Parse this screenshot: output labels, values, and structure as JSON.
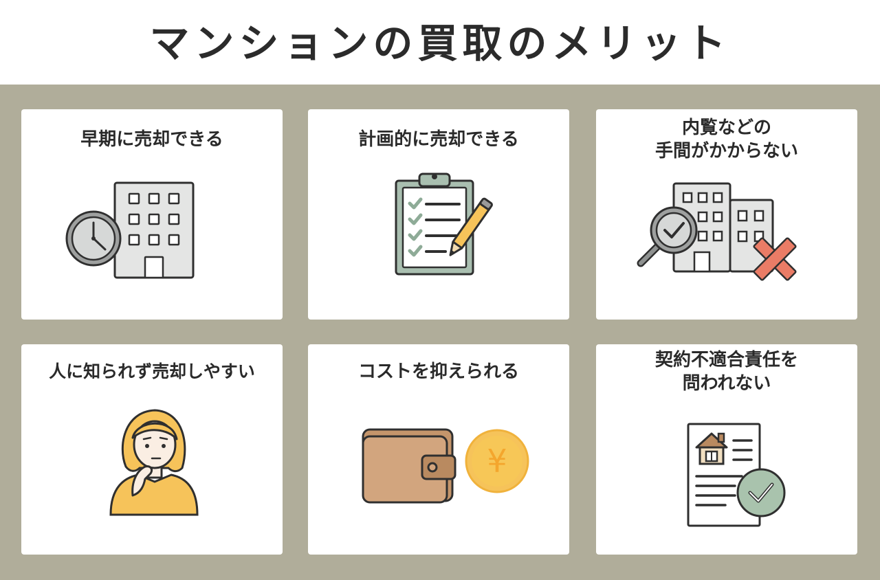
{
  "page": {
    "title": "マンションの買取のメリット"
  },
  "colors": {
    "panel_bg": "#b0ad9a",
    "card_bg": "#ffffff",
    "accent_green": "#a9c3ad",
    "accent_yellow": "#f6c35a",
    "accent_red": "#ea7c66",
    "wallet_brown": "#d2a57e"
  },
  "cards": [
    {
      "lines": [
        "早期に売却できる"
      ],
      "icon": "building-clock-icon"
    },
    {
      "lines": [
        "計画的に売却できる"
      ],
      "icon": "clipboard-pencil-icon"
    },
    {
      "lines": [
        "内覧などの",
        "手間がかからない"
      ],
      "icon": "building-magnifier-cross-icon"
    },
    {
      "lines": [
        "人に知られず売却しやすい"
      ],
      "icon": "thinking-woman-icon"
    },
    {
      "lines": [
        "コストを抑えられる"
      ],
      "icon": "wallet-yen-coin-icon"
    },
    {
      "lines": [
        "契約不適合責任を",
        "問われない"
      ],
      "icon": "house-document-check-icon"
    }
  ],
  "coin_symbol": "¥"
}
